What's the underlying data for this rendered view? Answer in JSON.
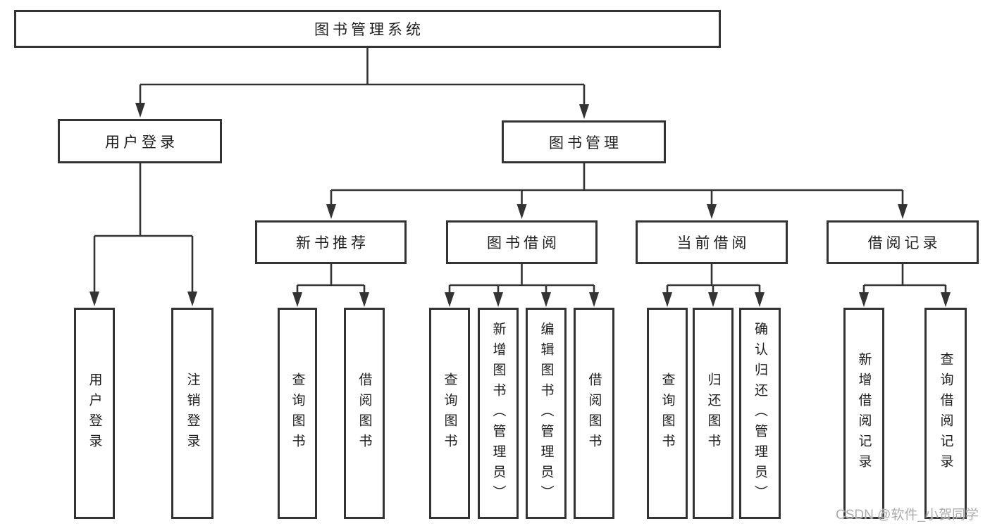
{
  "diagram": {
    "title": "图书管理系统",
    "nodes": {
      "root": "图书管理系统",
      "level2": [
        {
          "label": "用户登录"
        },
        {
          "label": "图书管理"
        }
      ],
      "level3": [
        {
          "label": "新书推荐"
        },
        {
          "label": "图书借阅"
        },
        {
          "label": "当前借阅"
        },
        {
          "label": "借阅记录"
        }
      ],
      "leaf_groups": [
        {
          "parent": "用户登录",
          "children": [
            "用户登录",
            "注销登录"
          ]
        },
        {
          "parent": "新书推荐",
          "children": [
            "查询图书",
            "借阅图书"
          ]
        },
        {
          "parent": "图书借阅",
          "children": [
            "查询图书",
            "新增图书（管理员）",
            "编辑图书（管理员）",
            "借阅图书"
          ]
        },
        {
          "parent": "当前借阅",
          "children": [
            "查询图书",
            "归还图书",
            "确认归还（管理员）"
          ]
        },
        {
          "parent": "借阅记录",
          "children": [
            "新增借阅记录",
            "查询借阅记录"
          ]
        }
      ]
    }
  },
  "watermark": {
    "text": "CSDN @软件_小贺同学"
  },
  "colors": {
    "line": "#333333",
    "text": "#1f1f1f",
    "watermark": "#adadad",
    "background": "#ffffff"
  }
}
